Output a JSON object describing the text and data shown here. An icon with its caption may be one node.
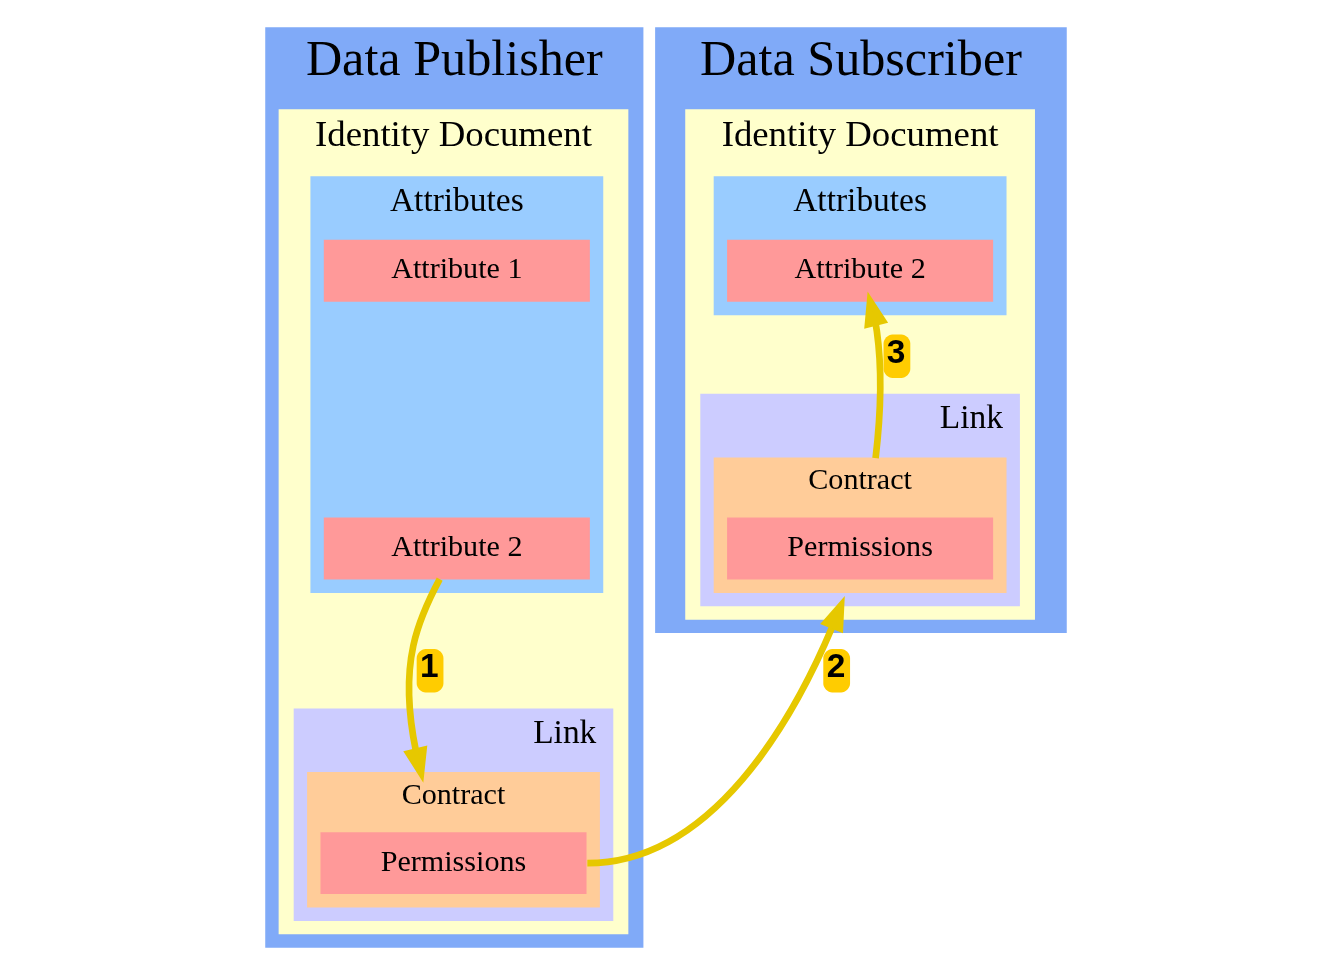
{
  "diagram": {
    "nodes": [
      {
        "text": [
          "Data Publisher"
        ]
      },
      {
        "text": [
          "Identity Document"
        ],
        "in": 0
      },
      {
        "text": [
          "Attributes"
        ],
        "in": 1
      },
      {
        "text": [
          "Attribute 1"
        ],
        "in": 2
      },
      {
        "text": [
          "Attribute 2"
        ],
        "in": 2
      },
      {
        "text": [
          "Link"
        ],
        "in": 1
      },
      {
        "text": [
          "Contract"
        ],
        "in": 5
      },
      {
        "text": [
          "Permissions"
        ],
        "in": 6
      },
      {
        "text": [
          "Data Subscriber"
        ]
      },
      {
        "text": [
          "Identity Document"
        ],
        "in": 8
      },
      {
        "text": [
          "Attributes"
        ],
        "in": 9
      },
      {
        "text": [
          "Attribute 2"
        ],
        "in": 10
      },
      {
        "text": [
          "Link"
        ],
        "in": 9
      },
      {
        "text": [
          "Contract"
        ],
        "in": 12
      },
      {
        "text": [
          "Permissions"
        ],
        "in": 13
      }
    ],
    "edges": [
      {
        "from": 4,
        "to": 6,
        "arrow": "to",
        "label": "1"
      },
      {
        "from": 7,
        "to": 12,
        "arrow": "to",
        "label": "2"
      },
      {
        "from": 13,
        "to": 11,
        "arrow": "to",
        "label": "3"
      }
    ]
  }
}
